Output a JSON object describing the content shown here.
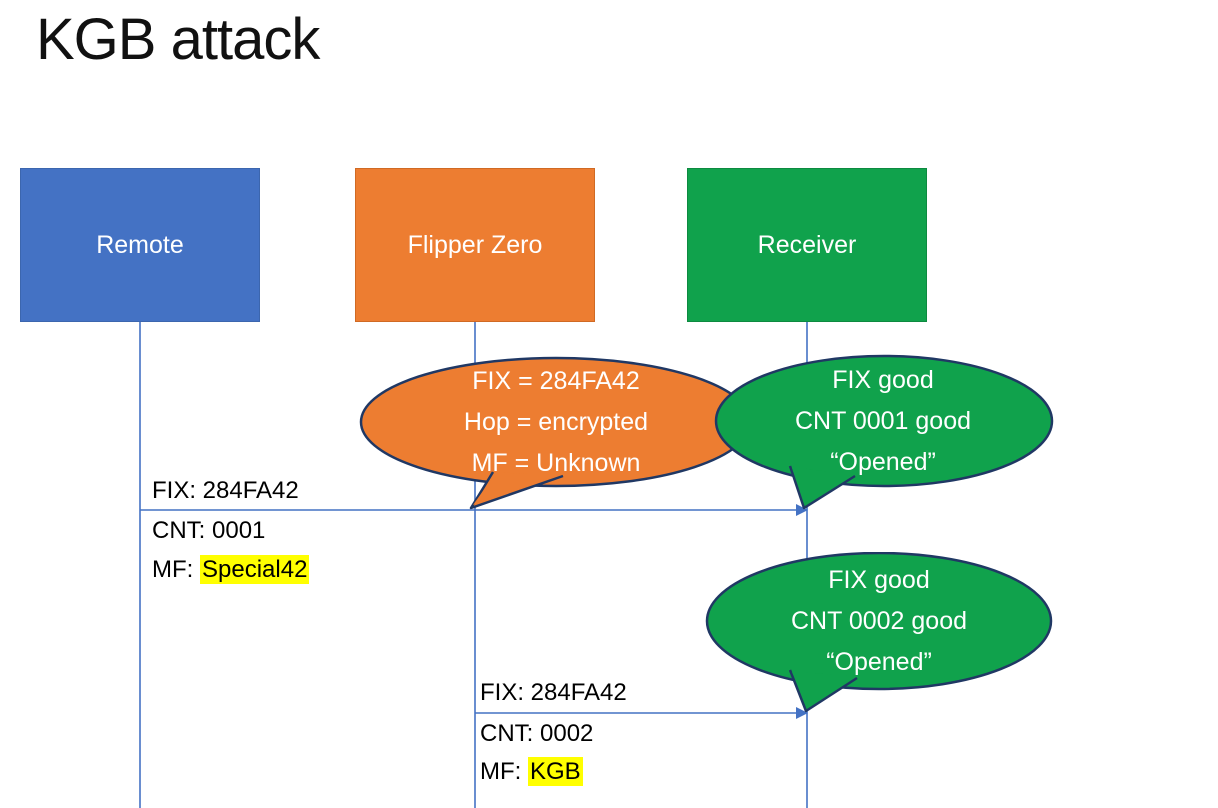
{
  "title": "KGB attack",
  "actors": [
    {
      "id": "remote",
      "label": "Remote",
      "color": "#4472C4"
    },
    {
      "id": "flipper",
      "label": "Flipper Zero",
      "color": "#ED7D31"
    },
    {
      "id": "receiver",
      "label": "Receiver",
      "color": "#10A24C"
    }
  ],
  "bubbles": [
    {
      "id": "flipper-analysis",
      "color": "#ED7D31",
      "lines": [
        "FIX = 284FA42",
        "Hop = encrypted",
        "MF = Unknown"
      ]
    },
    {
      "id": "receiver-result-1",
      "color": "#10A24C",
      "lines": [
        "FIX good",
        "CNT 0001 good",
        "“Opened”"
      ]
    },
    {
      "id": "receiver-result-2",
      "color": "#10A24C",
      "lines": [
        "FIX good",
        "CNT 0002 good",
        "“Opened”"
      ]
    }
  ],
  "messages": [
    {
      "from": "Remote",
      "to": "Receiver",
      "line1": "FIX: 284FA42",
      "line2": "CNT: 0001",
      "line3_prefix": "MF: ",
      "line3_highlight": "Special42"
    },
    {
      "from": "Flipper Zero",
      "to": "Receiver",
      "line1": "FIX: 284FA42",
      "line2": "CNT: 0002",
      "line3_prefix": "MF: ",
      "line3_highlight": "KGB"
    }
  ],
  "colors": {
    "actor_blue": "#4472C4",
    "actor_orange": "#ED7D31",
    "actor_green": "#10A24C",
    "bubble_border": "#203864",
    "connector_line": "#4472C4",
    "highlight": "#FFFF00",
    "text_on_fill": "#FFFFFF",
    "text_default": "#000000"
  }
}
